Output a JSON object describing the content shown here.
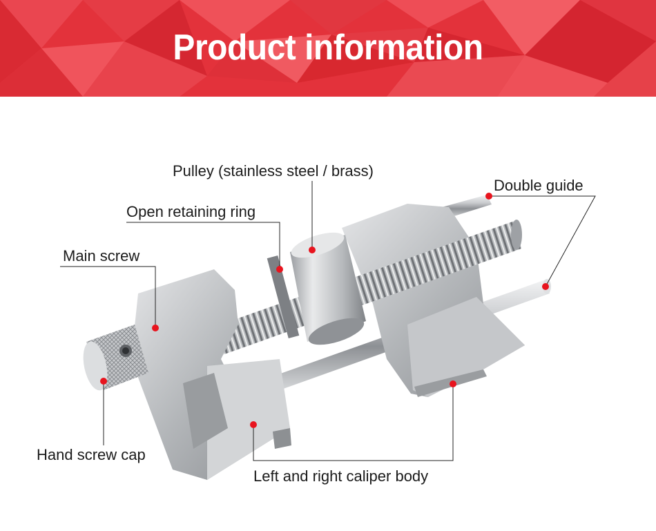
{
  "banner": {
    "title": "Product information",
    "color": "#e3323b"
  },
  "callouts": {
    "pulley": "Pulley (stainless steel / brass)",
    "double_guide": "Double guide",
    "open_retaining_ring": "Open retaining ring",
    "main_screw": "Main screw",
    "hand_screw_cap": "Hand screw cap",
    "caliper_body": "Left and right caliper body"
  },
  "colors": {
    "marker": "#e8141e",
    "leader_line": "#222222",
    "steel": "#b9bcbf"
  }
}
